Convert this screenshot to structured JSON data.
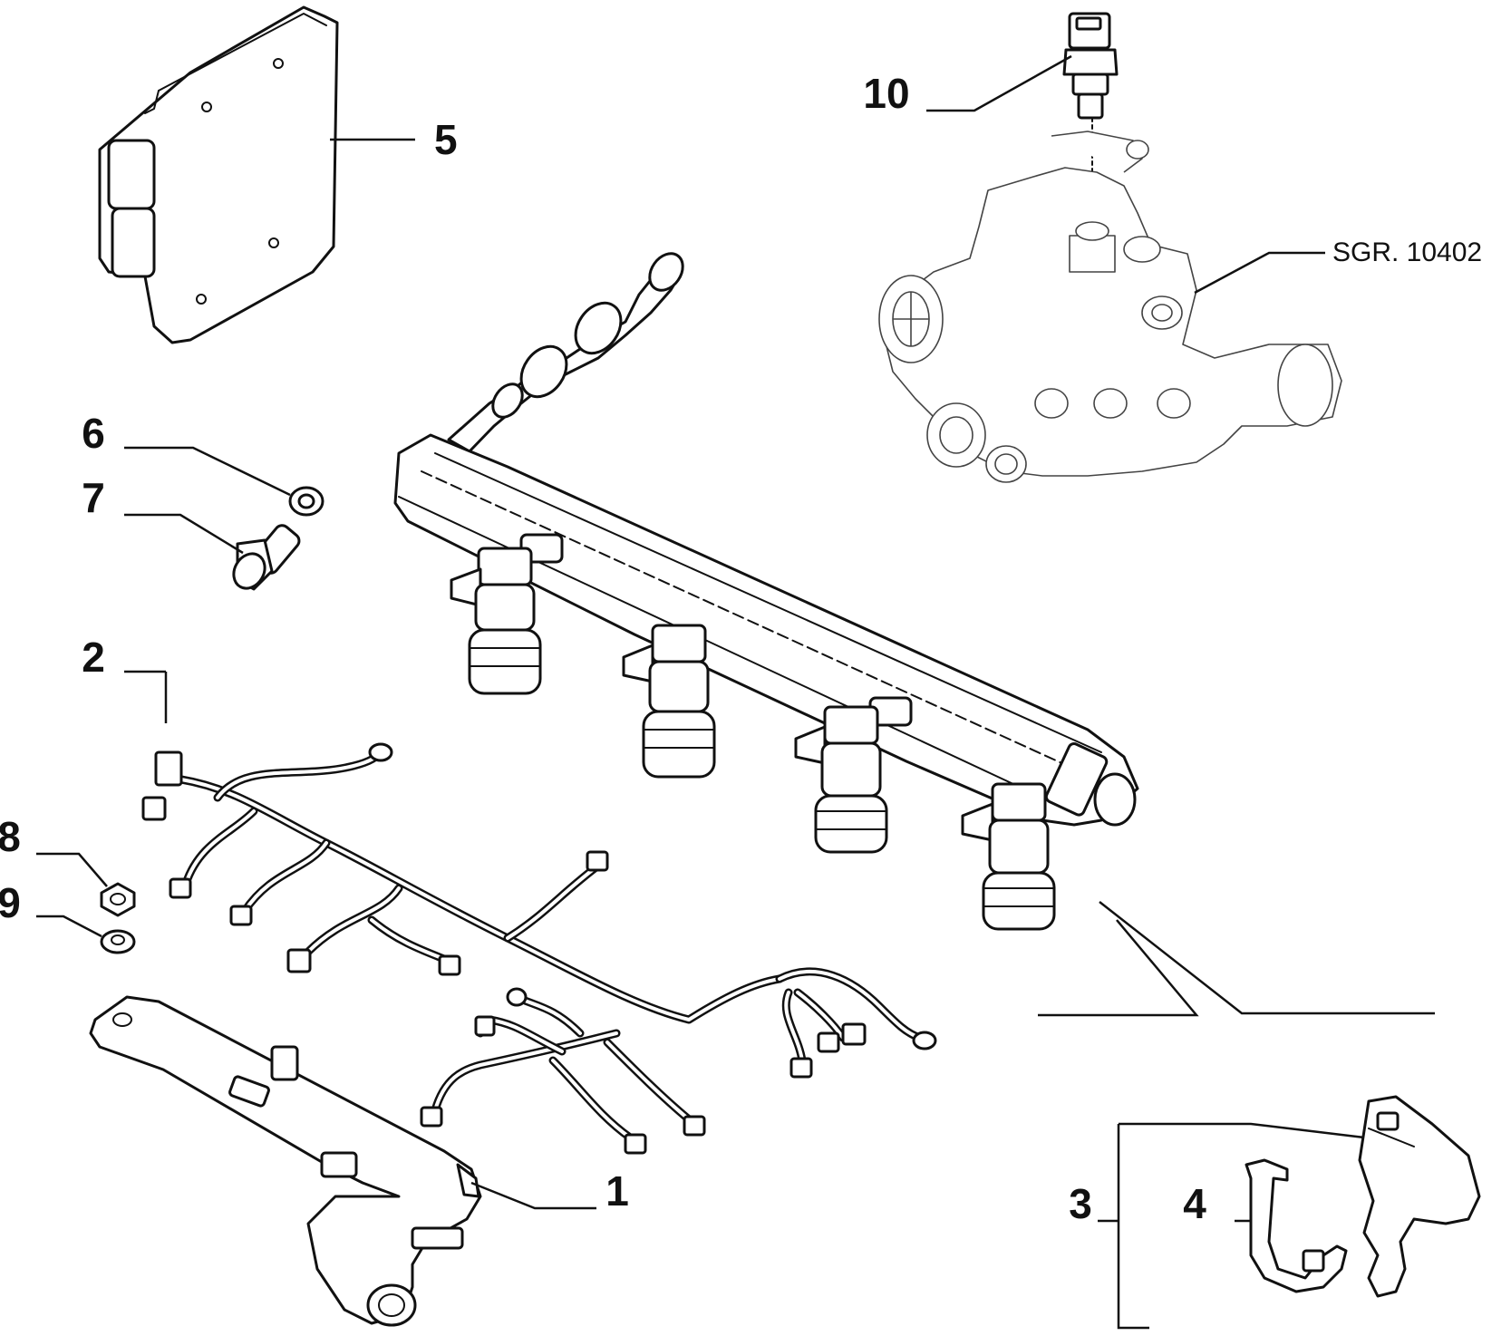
{
  "diagram": {
    "callouts": {
      "c1": "1",
      "c2": "2",
      "c3": "3",
      "c4": "4",
      "c5": "5",
      "c6": "6",
      "c7": "7",
      "c8": "8",
      "c9": "9",
      "c10": "10"
    },
    "reference": "SGR. 10402"
  }
}
